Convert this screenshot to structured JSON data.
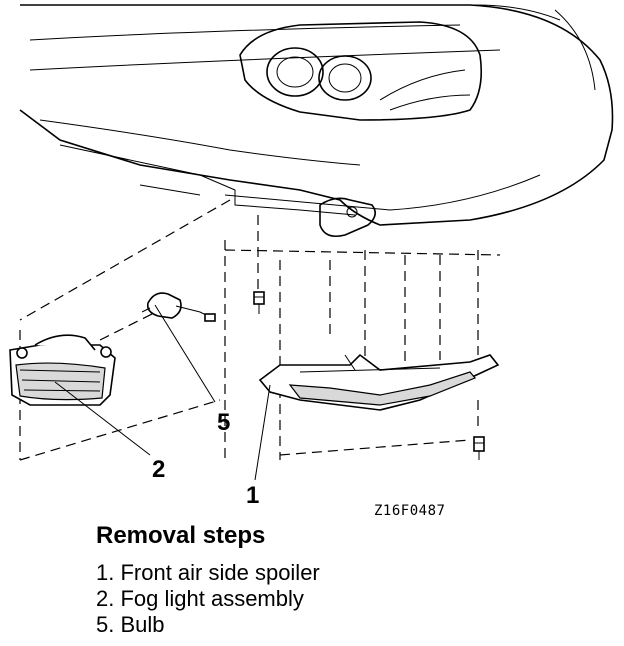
{
  "diagram": {
    "callouts": {
      "spoiler": "1",
      "fog_light": "2",
      "bulb": "5"
    },
    "figure_code": "Z16F0487"
  },
  "removal": {
    "title": "Removal steps",
    "steps": [
      "1. Front air side spoiler",
      "2. Fog light assembly",
      "5. Bulb"
    ]
  }
}
